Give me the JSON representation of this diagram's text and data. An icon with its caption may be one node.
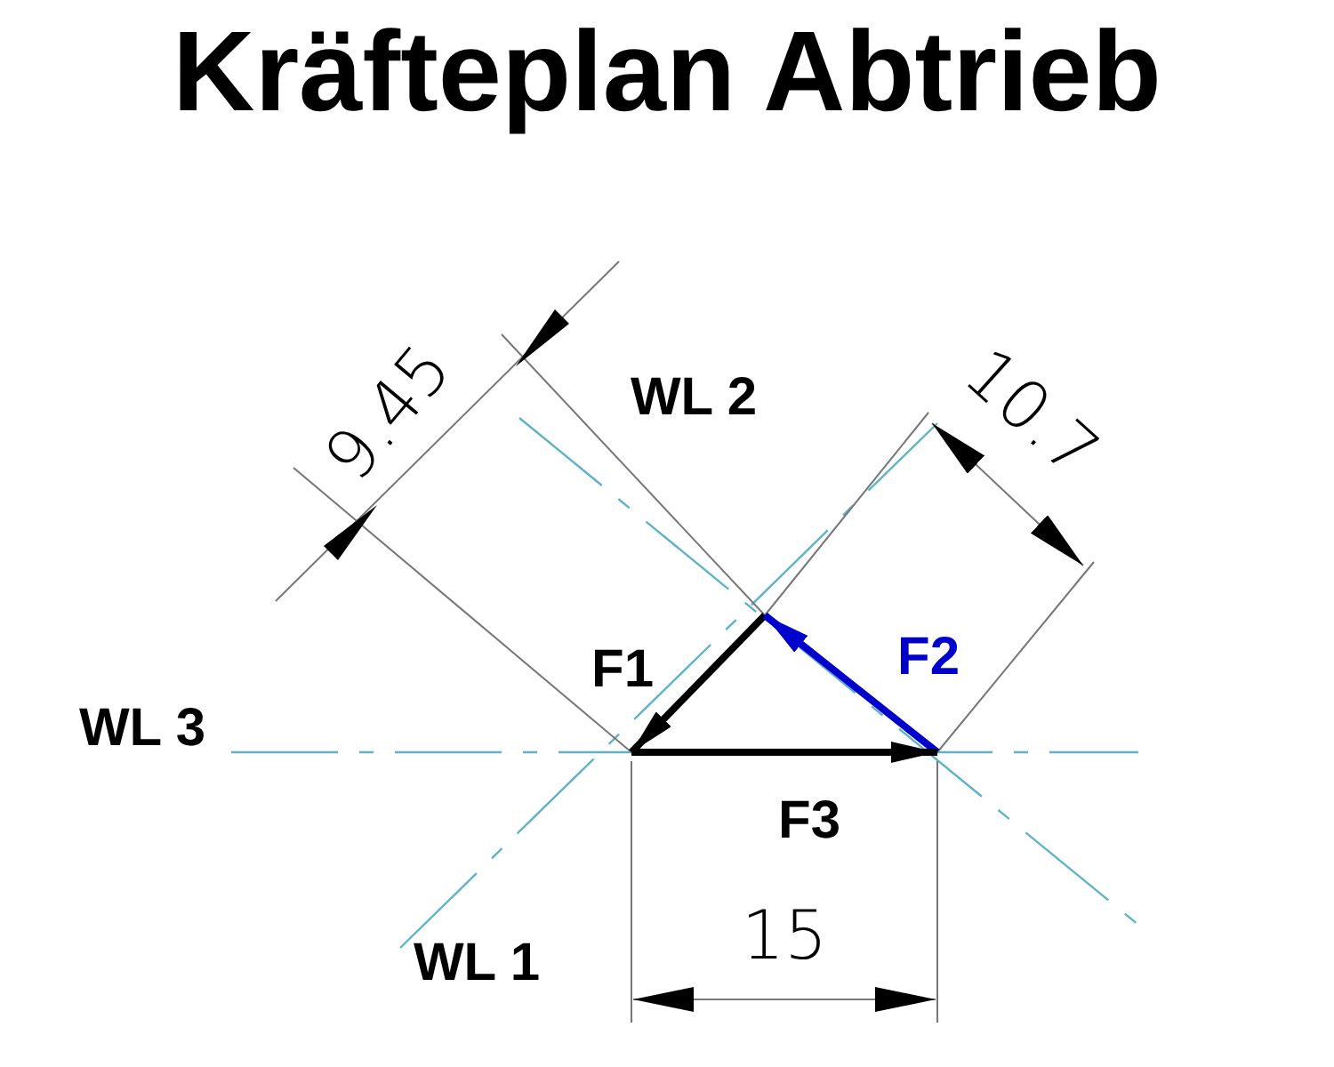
{
  "diagram": {
    "title": "Kräfteplan Abtrieb",
    "labels": [
      "9.45",
      "WL 2",
      "10.7",
      "F1",
      "F2",
      "WL 3",
      "F3",
      "WL 1",
      "15"
    ]
  }
}
